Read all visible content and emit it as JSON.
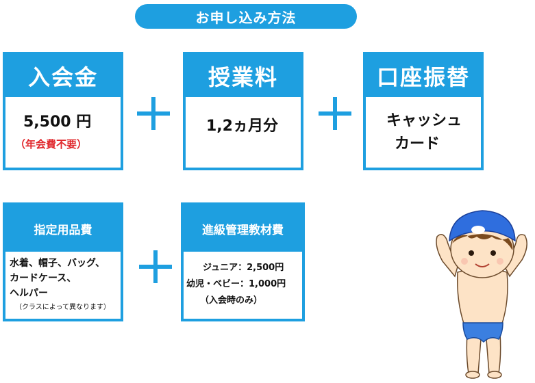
{
  "title": "お申し込み方法",
  "cards": {
    "entry_fee": {
      "header": "入会金",
      "amount": "5,500 円",
      "note": "（年会費不要）"
    },
    "tuition": {
      "header": "授業料",
      "amount": "1,2ヵ月分"
    },
    "transfer": {
      "header": "口座振替",
      "line1": "キャッシュ",
      "line2": "カード"
    },
    "goods": {
      "header": "指定用品費",
      "line1": "水着、帽子、バッグ、",
      "line2": "カードケース、",
      "line3": "ヘルパー",
      "note": "（クラスによって異なります）"
    },
    "promotion": {
      "header": "進級管理教材費",
      "line1": "ジュニア：2,500円",
      "line2": "幼児・ベビー：1,000円",
      "line3": "（入会時のみ）"
    }
  },
  "colors": {
    "accent": "#1e9fe0",
    "note_red": "#e0262b"
  },
  "icons": {
    "plus": "plus-icon",
    "mascot": "swimmer-boy-illustration"
  }
}
